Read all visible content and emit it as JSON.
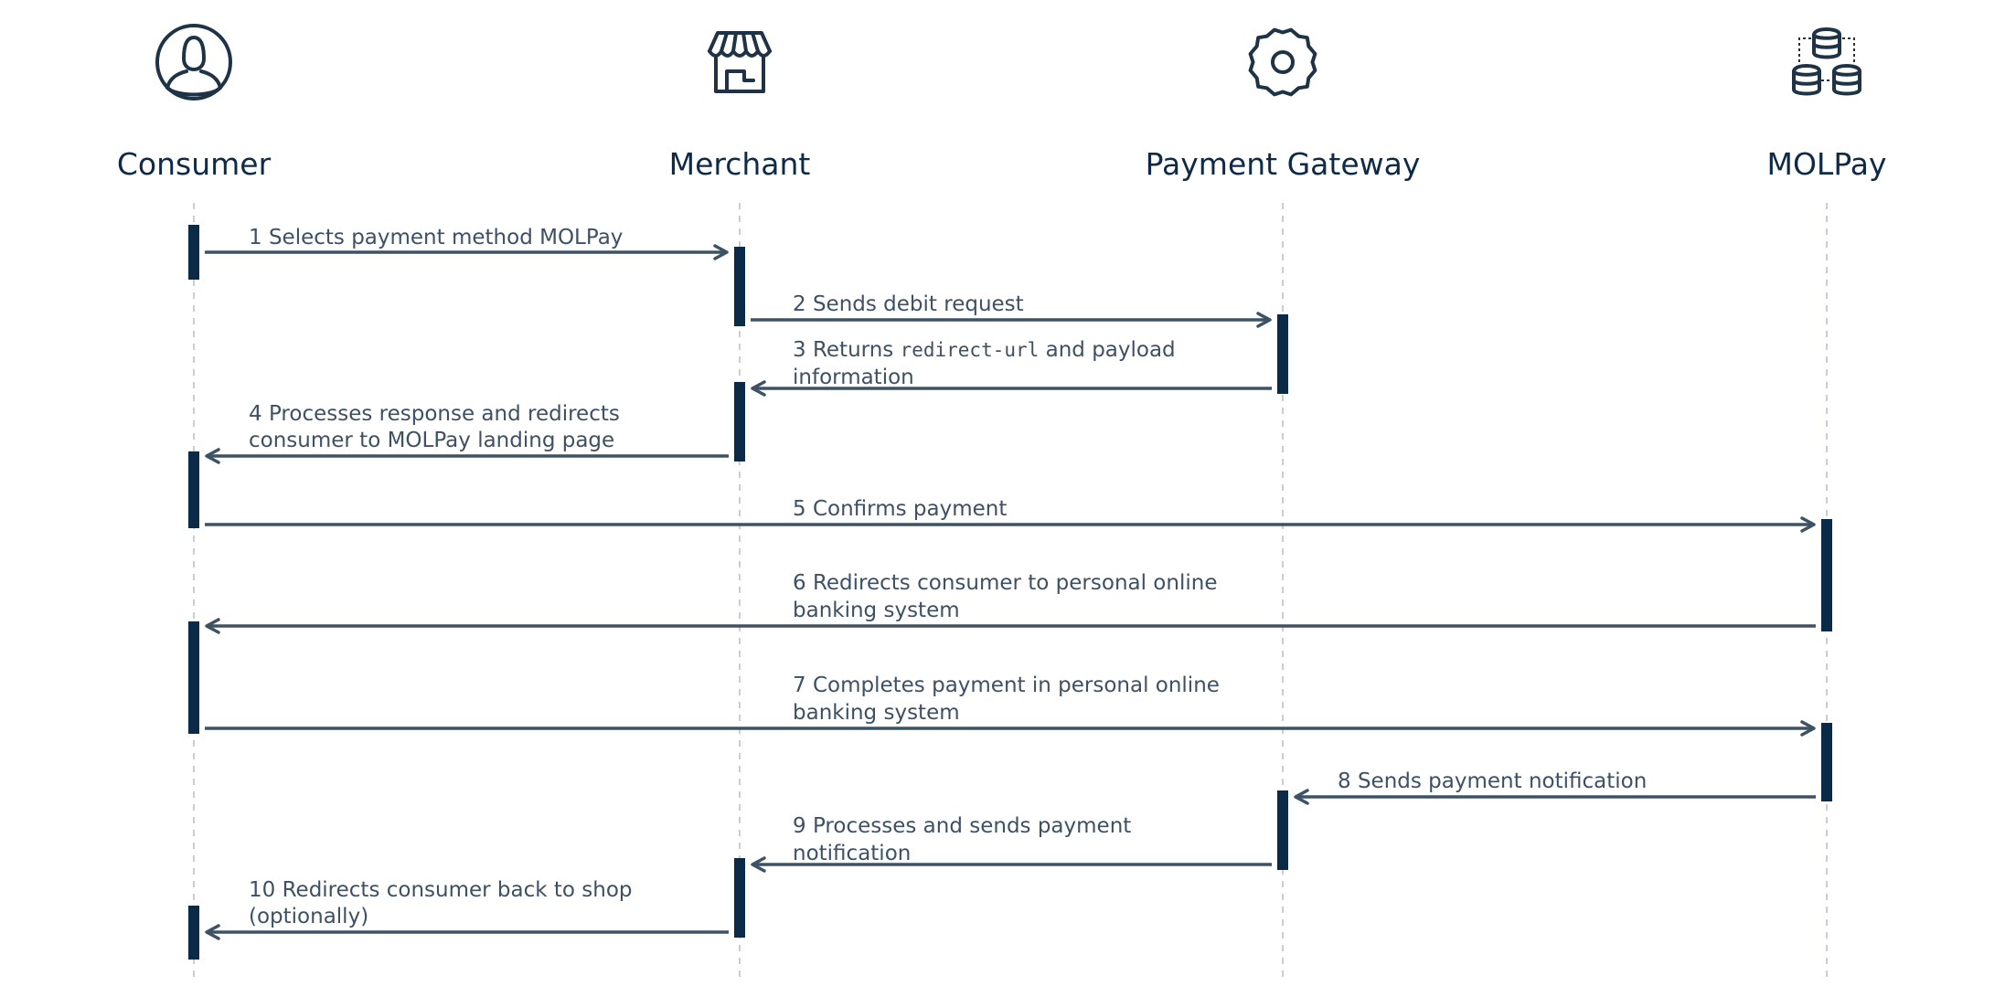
{
  "actors": [
    {
      "id": "consumer",
      "label": "Consumer",
      "icon": "user-icon"
    },
    {
      "id": "merchant",
      "label": "Merchant",
      "icon": "store-icon"
    },
    {
      "id": "gateway",
      "label": "Payment Gateway",
      "icon": "gear-icon"
    },
    {
      "id": "molpay",
      "label": "MOLPay",
      "icon": "database-icon"
    }
  ],
  "messages": [
    {
      "num": "1",
      "from": "consumer",
      "to": "merchant",
      "lines": [
        "Selects payment method MOLPay"
      ]
    },
    {
      "num": "2",
      "from": "merchant",
      "to": "gateway",
      "lines": [
        "Sends debit request"
      ]
    },
    {
      "num": "3",
      "from": "gateway",
      "to": "merchant",
      "lines": [
        "Returns",
        "and payload",
        "information"
      ],
      "code": "redirect-url"
    },
    {
      "num": "4",
      "from": "merchant",
      "to": "consumer",
      "lines": [
        "Processes response and redirects",
        "consumer to MOLPay landing page"
      ]
    },
    {
      "num": "5",
      "from": "consumer",
      "to": "molpay",
      "lines": [
        "Confirms payment"
      ]
    },
    {
      "num": "6",
      "from": "molpay",
      "to": "consumer",
      "lines": [
        "Redirects consumer to personal online",
        "banking system"
      ]
    },
    {
      "num": "7",
      "from": "consumer",
      "to": "molpay",
      "lines": [
        "Completes payment in personal online",
        "banking system"
      ]
    },
    {
      "num": "8",
      "from": "molpay",
      "to": "gateway",
      "lines": [
        "Sends payment notification"
      ]
    },
    {
      "num": "9",
      "from": "gateway",
      "to": "merchant",
      "lines": [
        "Processes and sends payment",
        "notification"
      ]
    },
    {
      "num": "10",
      "from": "merchant",
      "to": "consumer",
      "lines": [
        "Redirects consumer back to shop",
        "(optionally)"
      ]
    }
  ],
  "colors": {
    "actor": "#0e2a47",
    "activation": "#0b2a47",
    "arrow": "#3e5266",
    "label": "#3d5064",
    "lifeline": "#b9bec4"
  }
}
